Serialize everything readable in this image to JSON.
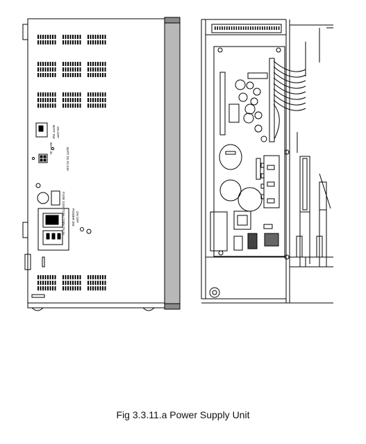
{
  "figure": {
    "caption": "Fig 3.3.11.a Power Supply Unit",
    "panel_labels": {
      "batt_switch": "BATT SW",
      "on_off_1": "ON OFF",
      "batt_in": "BATT IN",
      "batt_connector": "BATT DC IN 24V",
      "fuse": "FUSE 115V T10A / 230V T6.3A",
      "power_switch": "POWER SW",
      "on_off_2": "ON OFF"
    }
  }
}
